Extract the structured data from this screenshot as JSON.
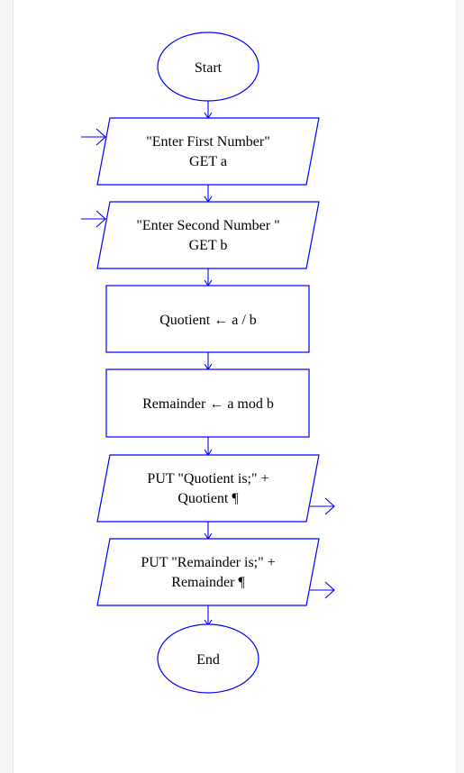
{
  "flowchart": {
    "start": {
      "label": "Start"
    },
    "input_first": {
      "line1": "\"Enter First Number\"",
      "line2": "GET a"
    },
    "input_second": {
      "line1": "\"Enter Second Number \"",
      "line2": "GET b"
    },
    "assign_quotient": {
      "label": "Quotient ← a / b"
    },
    "assign_remainder": {
      "label": "Remainder ← a mod b"
    },
    "output_quotient": {
      "line1": "PUT \"Quotient is;\" +",
      "line2": "Quotient ¶"
    },
    "output_remainder": {
      "line1": "PUT \"Remainder is;\" +",
      "line2": "Remainder ¶"
    },
    "end": {
      "label": "End"
    }
  },
  "colors": {
    "stroke": "#0000ff",
    "text": "#000000",
    "background": "#ffffff"
  }
}
